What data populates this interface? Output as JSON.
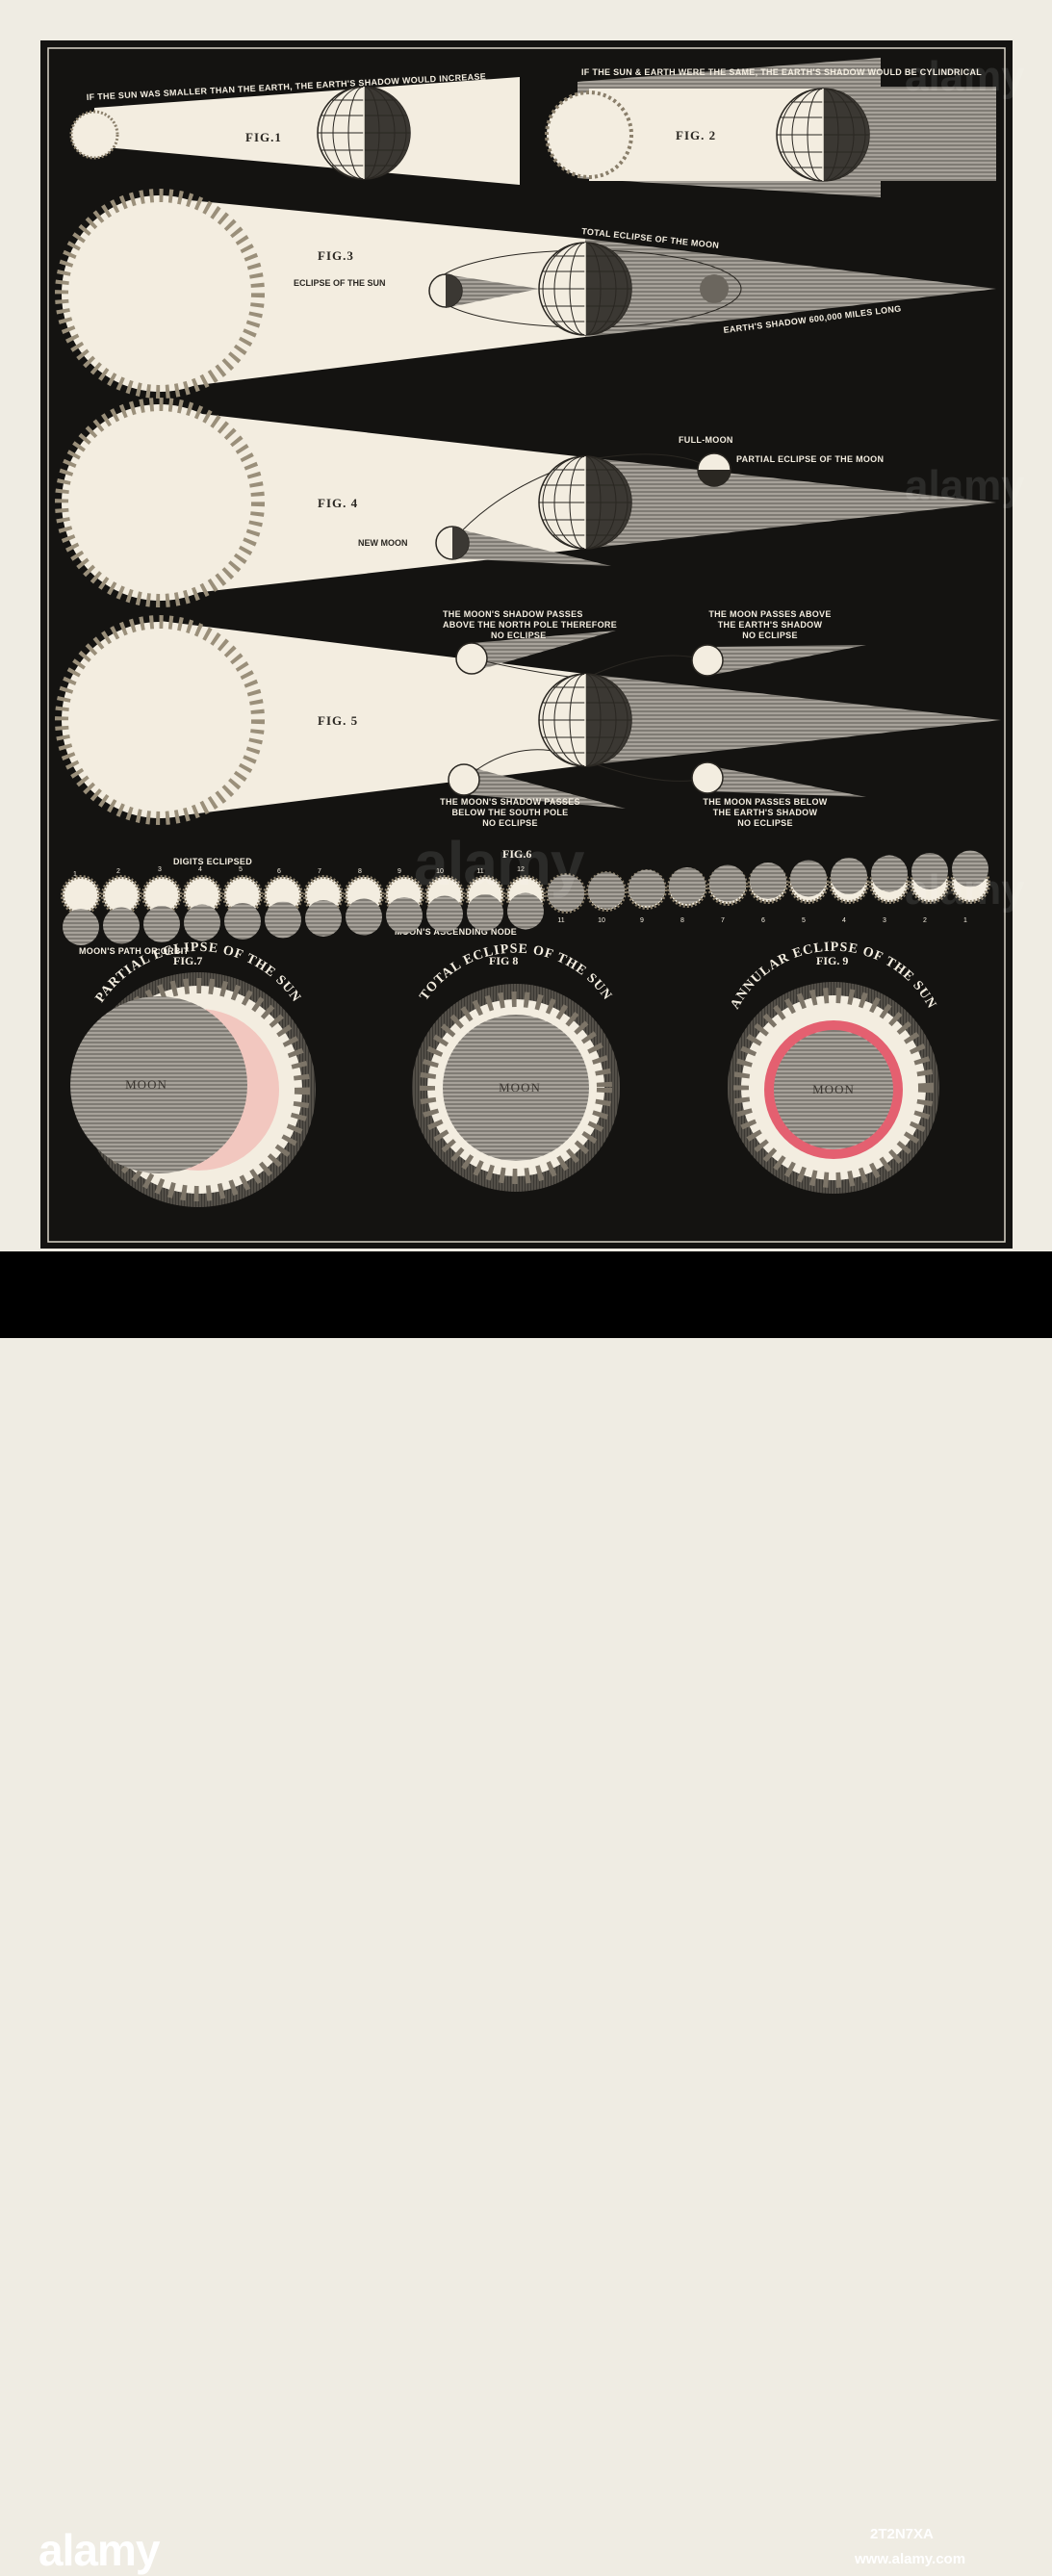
{
  "figures": {
    "fig1": {
      "label": "FIG.1",
      "caption": "IF THE SUN WAS SMALLER THAN THE EARTH, THE EARTH'S SHADOW WOULD INCREASE"
    },
    "fig2": {
      "label": "FIG. 2",
      "caption": "IF THE SUN & EARTH WERE THE SAME, THE EARTH'S SHADOW WOULD BE CYLINDRICAL"
    },
    "fig3": {
      "label": "FIG.3",
      "eclipse_sun": "ECLIPSE OF THE SUN",
      "total_eclipse_moon": "TOTAL ECLIPSE OF THE MOON",
      "shadow_length": "EARTH'S SHADOW 600,000 MILES LONG"
    },
    "fig4": {
      "label": "FIG. 4",
      "new_moon": "NEW MOON",
      "full_moon": "FULL-MOON",
      "partial_eclipse_moon": "PARTIAL ECLIPSE OF THE MOON"
    },
    "fig5": {
      "label": "FIG. 5",
      "note_top_left": [
        "THE MOON'S SHADOW PASSES",
        "ABOVE THE NORTH POLE THEREFORE",
        "NO ECLIPSE"
      ],
      "note_top_right": [
        "THE MOON PASSES ABOVE",
        "THE EARTH'S SHADOW",
        "NO ECLIPSE"
      ],
      "note_bottom_left": [
        "THE MOON'S SHADOW PASSES",
        "BELOW THE SOUTH POLE",
        "NO ECLIPSE"
      ],
      "note_bottom_right": [
        "THE MOON PASSES BELOW",
        "THE EARTH'S SHADOW",
        "NO ECLIPSE"
      ]
    },
    "fig6": {
      "label": "FIG.6",
      "digits_eclipsed": "DIGITS ECLIPSED",
      "ascending_node": "MOON'S ASCENDING NODE",
      "moon_path": "MOON'S PATH OR ORBIT",
      "top_numbers": [
        "1",
        "2",
        "3",
        "4",
        "5",
        "6",
        "7",
        "8",
        "9",
        "10",
        "11",
        "12"
      ],
      "bottom_numbers": [
        "11",
        "10",
        "9",
        "8",
        "7",
        "6",
        "5",
        "4",
        "3",
        "2",
        "1"
      ]
    },
    "fig7": {
      "label": "FIG.7",
      "title": "PARTIAL ECLIPSE OF THE SUN",
      "moon": "MOON"
    },
    "fig8": {
      "label": "FIG 8",
      "title": "TOTAL ECLIPSE OF THE SUN",
      "moon": "MOON"
    },
    "fig9": {
      "label": "FIG. 9",
      "title": "ANNULAR ECLIPSE OF THE SUN",
      "moon": "MOON"
    }
  },
  "watermark": {
    "brand": "alamy",
    "image_id": "2T2N7XA",
    "url": "www.alamy.com"
  },
  "colors": {
    "background": "#141311",
    "paper": "#efece3",
    "light": "#f3ede0",
    "shadow": "#8a8680",
    "annular_ring": "#e46070",
    "partial_highlight": "#f2c7bf"
  }
}
